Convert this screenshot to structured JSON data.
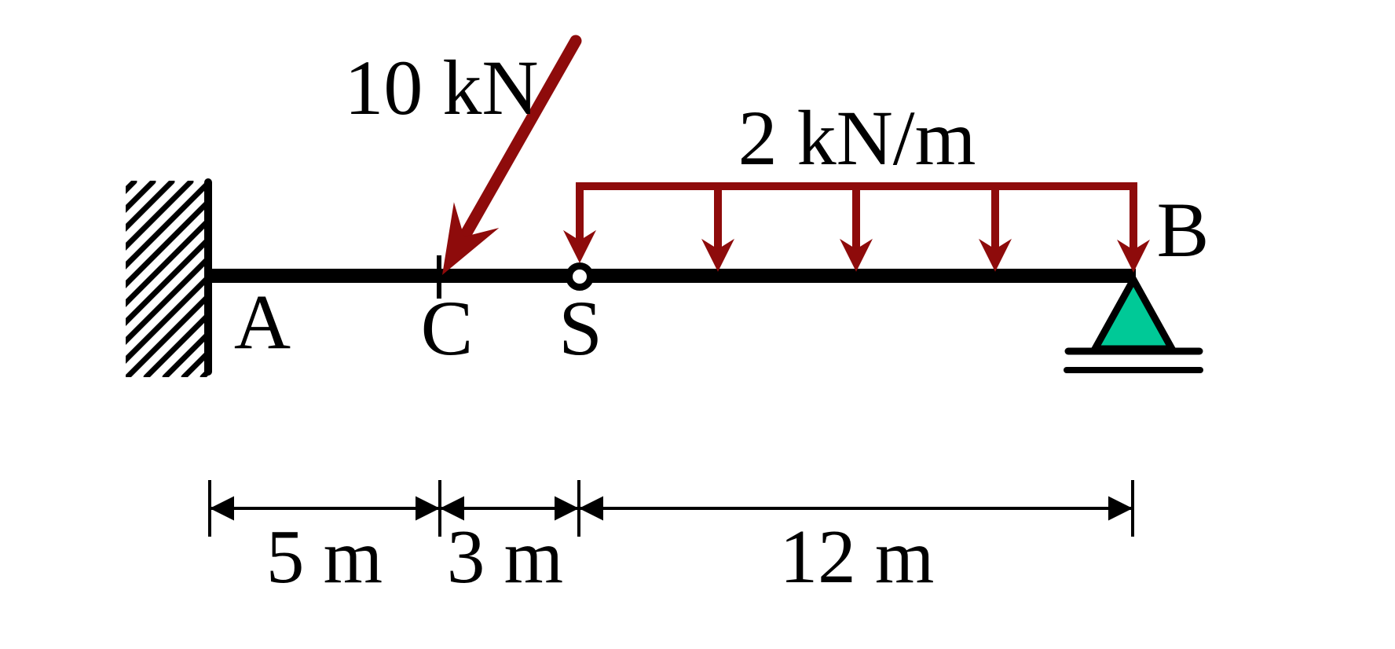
{
  "diagram": {
    "kind": "beam-statics-schematic",
    "labels": {
      "point_load": "10 kN",
      "distributed_load": "2 kN/m",
      "node_a": "A",
      "node_c": "C",
      "node_s": "S",
      "node_b": "B",
      "dim_ac": "5 m",
      "dim_cs": "3 m",
      "dim_sb": "12 m"
    },
    "colors": {
      "load": "#8e0b0b",
      "support": "#00c997",
      "ink": "#000000",
      "background": "#ffffff"
    },
    "structure": {
      "beam_nodes": [
        "A",
        "C",
        "S",
        "B"
      ],
      "spans": [
        {
          "from": "A",
          "to": "C",
          "length": "5 m"
        },
        {
          "from": "C",
          "to": "S",
          "length": "3 m"
        },
        {
          "from": "S",
          "to": "B",
          "length": "12 m"
        }
      ],
      "supports": [
        {
          "at": "A",
          "type": "fixed-wall"
        },
        {
          "at": "B",
          "type": "roller-triangle"
        }
      ],
      "hinge": {
        "at": "S",
        "type": "internal-hinge-circle"
      },
      "loads": [
        {
          "type": "point",
          "magnitude": "10 kN",
          "at": "C",
          "direction": "inclined down-left"
        },
        {
          "type": "uniform-distributed",
          "magnitude": "2 kN/m",
          "from": "S",
          "to": "B",
          "direction": "down",
          "arrow_count": 5
        }
      ]
    }
  }
}
